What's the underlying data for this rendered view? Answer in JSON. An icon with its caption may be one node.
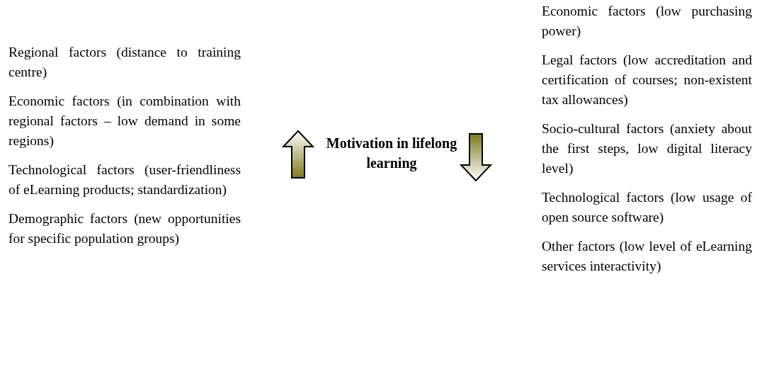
{
  "diagram": {
    "labels": [
      "Regional factors (distance to training centre)",
      "Economic factors (in combination with regional factors – low demand in some regions)",
      "Technological factors (user-friendliness of eLearning products; standardization)",
      "Demographic factors (new opportunities for specific population groups)",
      "Motivation in lifelong learning",
      "Economic factors (low purchasing power)",
      "Legal factors (low accreditation and certification of courses; non-existent tax allowances)",
      "Socio-cultural factors (anxiety about the first steps, low digital literacy level)",
      "Technological factors (low usage of open source software)",
      "Other factors (low level of eLearning services interactivity)"
    ]
  }
}
